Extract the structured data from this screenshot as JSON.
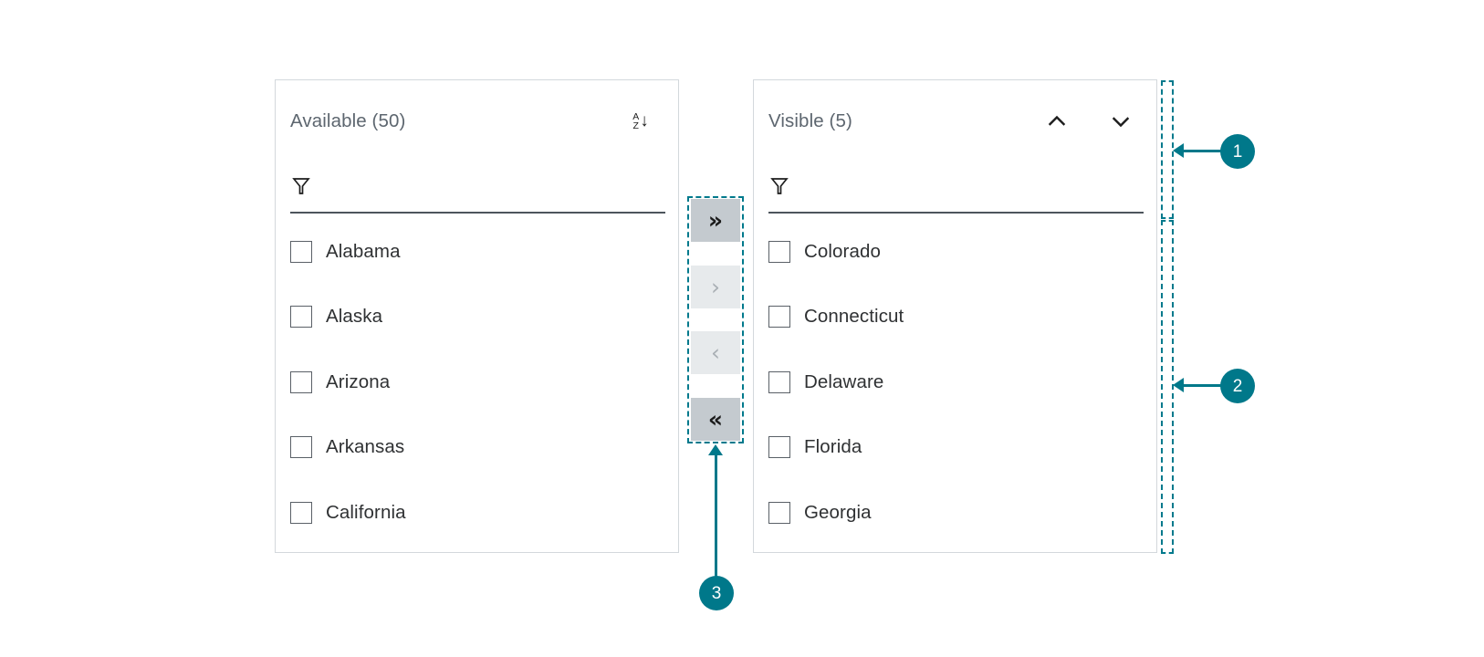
{
  "panels": [
    {
      "id": "available",
      "title": "Available (50)",
      "filter": {
        "value": "",
        "placeholder": ""
      },
      "header_icons": [
        "sort-az-icon"
      ],
      "items": [
        {
          "label": "Alabama",
          "checked": false
        },
        {
          "label": "Alaska",
          "checked": false
        },
        {
          "label": "Arizona",
          "checked": false
        },
        {
          "label": "Arkansas",
          "checked": false
        },
        {
          "label": "California",
          "checked": false
        }
      ]
    },
    {
      "id": "visible",
      "title": "Visible (5)",
      "filter": {
        "value": "",
        "placeholder": ""
      },
      "header_icons": [
        "chevron-up-icon",
        "chevron-down-icon"
      ],
      "items": [
        {
          "label": "Colorado",
          "checked": false
        },
        {
          "label": "Connecticut",
          "checked": false
        },
        {
          "label": "Delaware",
          "checked": false
        },
        {
          "label": "Florida",
          "checked": false
        },
        {
          "label": "Georgia",
          "checked": false
        }
      ]
    }
  ],
  "transfer_buttons": [
    {
      "name": "move-all-right",
      "glyph": "»",
      "state": "enabled"
    },
    {
      "name": "move-right",
      "glyph": "›",
      "state": "disabled"
    },
    {
      "name": "move-left",
      "glyph": "‹",
      "state": "disabled"
    },
    {
      "name": "move-all-left",
      "glyph": "«",
      "state": "enabled"
    }
  ],
  "sort_icon": {
    "top_letter": "A",
    "bottom_letter": "Z",
    "arrow": "↓"
  },
  "annotations": [
    {
      "number": "1",
      "target": "visible-panel-header-region"
    },
    {
      "number": "2",
      "target": "visible-panel-list-region"
    },
    {
      "number": "3",
      "target": "transfer-buttons-column"
    }
  ],
  "colors": {
    "accent_teal": "#00788a",
    "panel_border": "#d3d8dc",
    "title_text": "#5d666f",
    "item_text": "#2f3133",
    "button_enabled_bg": "#c4cacf",
    "button_disabled_bg": "#e7eaec",
    "button_disabled_fg": "#a9afb4",
    "filter_underline": "#4d555c"
  }
}
